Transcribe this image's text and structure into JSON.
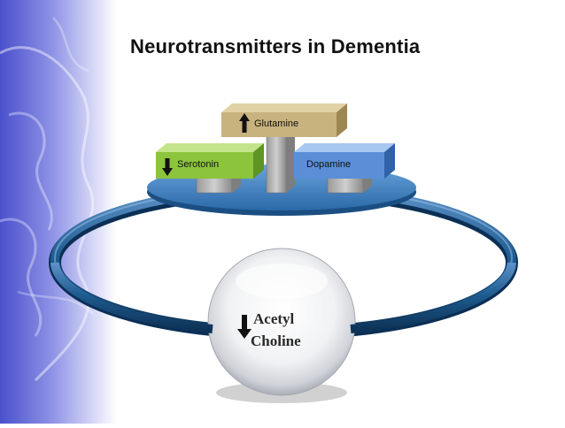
{
  "slide": {
    "title": "Neurotransmitters in Dementia",
    "nodes": {
      "glutamine": {
        "label": "Glutamine",
        "trend": "up",
        "color": "#c8b27e"
      },
      "serotonin": {
        "label": "Serotonin",
        "trend": "down",
        "color": "#8cc43c"
      },
      "dopamine": {
        "label": "Dopamine",
        "trend": "none",
        "color": "#5a8fd8"
      },
      "acetylcholine": {
        "line1": "Acetyl",
        "line2": "Choline",
        "trend": "down"
      }
    },
    "colors": {
      "ring": "#1d5a8e",
      "platform": "#3f7fbe",
      "brain_band": "#6f73d8"
    }
  }
}
